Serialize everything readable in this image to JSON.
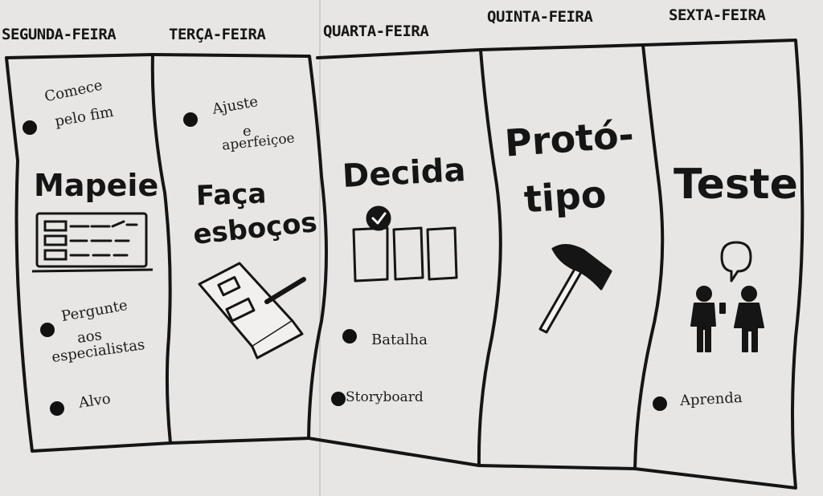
{
  "days": [
    "SEGUNDA-FEIRA",
    "TERÇA-FEIRA",
    "QUARTA-FEIRA",
    "QUINTA-FEIRA",
    "SEXTA-FEIRA"
  ],
  "monday": {
    "bullet1_line1": "Comece",
    "bullet1_line2": "pelo fim",
    "title": "Mapeie",
    "bullet2_line1": "Pergunte",
    "bullet2_line2": "aos",
    "bullet2_line3": "especialistas",
    "bullet3": "Alvo"
  },
  "tuesday": {
    "bullet1_line1": "Ajuste",
    "bullet1_line2": "e",
    "bullet1_line3": "aperfeiçoe",
    "title_line1": "Faça",
    "title_line2": "esboços"
  },
  "wednesday": {
    "title": "Decida",
    "bullet1": "Batalha",
    "bullet2": "Storyboard"
  },
  "thursday": {
    "title_line1": "Protó-",
    "title_line2": "tipo"
  },
  "friday": {
    "title": "Teste",
    "bullet1": "Aprenda"
  },
  "icons": [
    "map-sketch-icon",
    "sketch-paper-pencil-icon",
    "vote-sheets-icon",
    "hammer-icon",
    "people-speech-icon"
  ]
}
